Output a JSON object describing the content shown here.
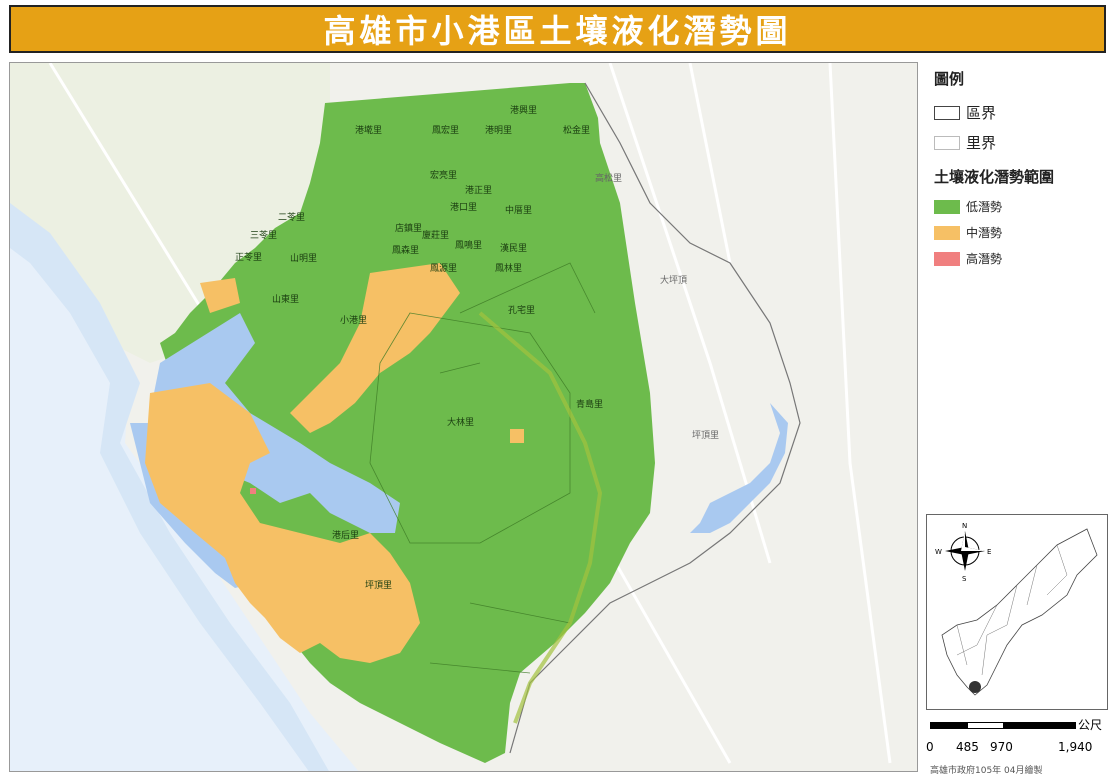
{
  "title": "高雄市小港區土壤液化潛勢圖",
  "legend": {
    "heading": "圖例",
    "boundary_items": [
      {
        "label": "區界",
        "swatch_fill": "#ffffff",
        "swatch_border": "#444444"
      },
      {
        "label": "里界",
        "swatch_fill": "#ffffff",
        "swatch_border": "#bbbbbb"
      }
    ],
    "potential_heading": "土壤液化潛勢範圍",
    "potential_items": [
      {
        "label": "低潛勢",
        "color": "#6dbb4c"
      },
      {
        "label": "中潛勢",
        "color": "#f6c065"
      },
      {
        "label": "高潛勢",
        "color": "#f07f7f"
      }
    ]
  },
  "compass": {
    "n": "N",
    "s": "S",
    "e": "E",
    "w": "W"
  },
  "scale": {
    "unit": "公尺",
    "ticks": [
      "0",
      "485",
      "970",
      "1,940"
    ]
  },
  "credit": "高雄市政府105年 04月繪製",
  "map_labels": {
    "villages_in_zone": [
      "港興里",
      "港墘里",
      "鳳宏里",
      "松金里",
      "港明里",
      "宏亮里",
      "港正里",
      "港口里",
      "中厝里",
      "二苓里",
      "三苓里",
      "正苓里",
      "山明里",
      "廈莊里",
      "店鎮里",
      "鳳森里",
      "鳳鳴里",
      "漢民里",
      "山東里",
      "小港里",
      "鳳源里",
      "鳳林里",
      "孔宅里",
      "大林里",
      "青島里",
      "港后里",
      "坪頂里"
    ],
    "villages_outside": [
      "高松里",
      "坪頂里",
      "大坪頂"
    ]
  },
  "colors": {
    "low": "#6dbb4c",
    "medium": "#f6c065",
    "high": "#f07f7f",
    "water": "#a9c9f0",
    "land_bg": "#f1f1ec",
    "title_bg": "#e6a115"
  }
}
